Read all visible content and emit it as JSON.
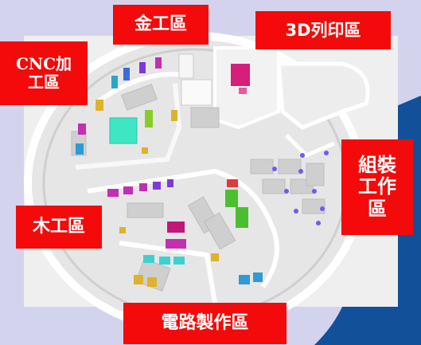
{
  "labels": {
    "metal": "金工區",
    "printing_3d": "3D列印區",
    "cnc": "CNC加\n工區",
    "wood": "木工區",
    "assembly": "組裝\n工作\n區",
    "electronics": "電路製作區"
  },
  "colors": {
    "background": "#d4d3ee",
    "label_fill": "#f40a0a",
    "label_text": "#ffffff",
    "floor": "#ececec",
    "wall": "#fafafa",
    "blue_area": "#12509a"
  }
}
